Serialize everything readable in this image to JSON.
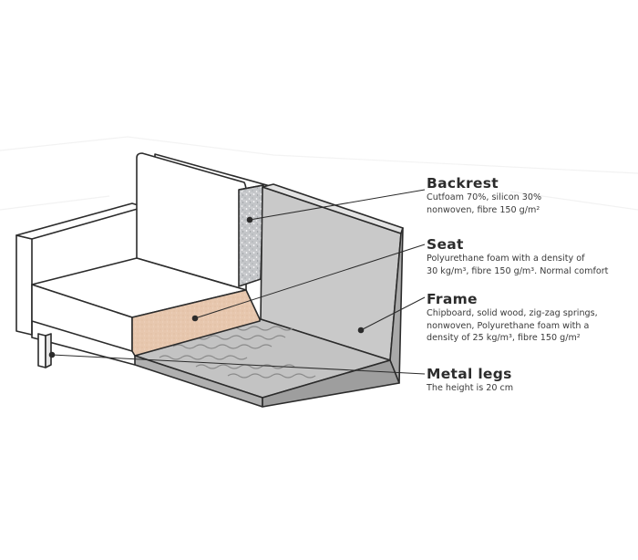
{
  "callouts": [
    {
      "id": "backrest",
      "title": "Backrest",
      "lines": [
        "Cutfoam 70%, silicon 30%",
        "nonwoven, fibre 150 g/m²"
      ]
    },
    {
      "id": "seat",
      "title": "Seat",
      "lines": [
        "Polyurethane foam with a density of",
        "30 kg/m³, fibre 150 g/m³. Normal comfort"
      ]
    },
    {
      "id": "frame",
      "title": "Frame",
      "lines": [
        "Chipboard, solid wood, zig-zag springs,",
        "nonwoven, Polyurethane foam with a",
        "density of 25 kg/m³, fibre 150 g/m²"
      ]
    },
    {
      "id": "legs",
      "title": "Metal legs",
      "lines": [
        "The height is 20 cm"
      ]
    }
  ],
  "colors": {
    "outline": "#2b2b2b",
    "frame_fill": "#c9c9c9",
    "seat_foam": "#e7c7ae",
    "backrest_foam": "#c4c6c9",
    "background": "#ffffff"
  }
}
